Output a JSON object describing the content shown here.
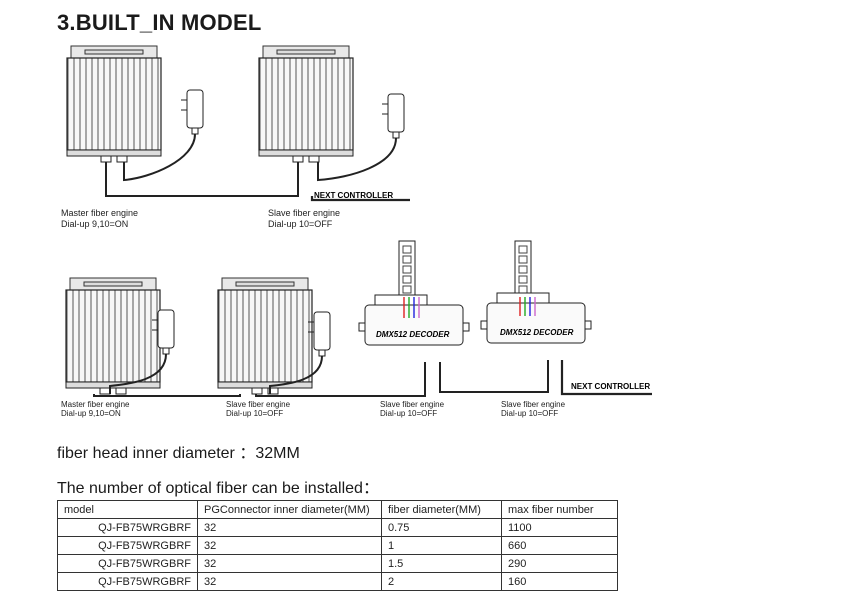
{
  "title": "3.BUILT_IN MODEL",
  "diagram_top": {
    "next_controller": "NEXT CONTROLLER",
    "captions": [
      {
        "name": "Master fiber engine",
        "dial": "Dial-up  9,10=ON"
      },
      {
        "name": "Slave fiber engine",
        "dial": "Dial-up  10=OFF"
      }
    ]
  },
  "diagram_bottom": {
    "next_controller": "NEXT CONTROLLER",
    "decoder_label": "DMX512 DECODER",
    "captions": [
      {
        "name": "Master fiber engine",
        "dial": "Dial-up  9,10=ON"
      },
      {
        "name": "Slave fiber engine",
        "dial": "Dial-up  10=OFF"
      },
      {
        "name": "Slave fiber engine",
        "dial": "Dial-up  10=OFF"
      },
      {
        "name": "Slave fiber engine",
        "dial": "Dial-up  10=OFF"
      }
    ]
  },
  "fiber_head": "fiber head inner diameter ：32MM",
  "fiber_count_heading": "The number of optical fiber can be installed：",
  "table": {
    "headers": [
      "model",
      "PGConnector inner diameter(MM)",
      "fiber diameter(MM)",
      "max fiber number"
    ],
    "rows": [
      [
        "QJ-FB75WRGBRF",
        "32",
        "0.75",
        "1100"
      ],
      [
        "QJ-FB75WRGBRF",
        "32",
        "1",
        "660"
      ],
      [
        "QJ-FB75WRGBRF",
        "32",
        "1.5",
        "290"
      ],
      [
        "QJ-FB75WRGBRF",
        "32",
        "2",
        "160"
      ]
    ]
  }
}
